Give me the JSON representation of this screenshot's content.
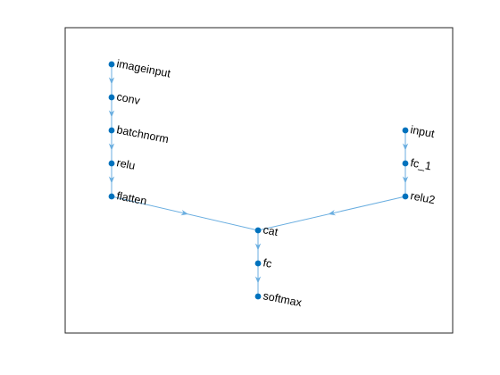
{
  "graph": {
    "nodes": [
      {
        "id": "imageinput",
        "label": "imageinput"
      },
      {
        "id": "conv",
        "label": "conv"
      },
      {
        "id": "batchnorm",
        "label": "batchnorm"
      },
      {
        "id": "relu",
        "label": "relu"
      },
      {
        "id": "flatten",
        "label": "flatten"
      },
      {
        "id": "input",
        "label": "input"
      },
      {
        "id": "fc_1",
        "label": "fc_1"
      },
      {
        "id": "relu2",
        "label": "relu2"
      },
      {
        "id": "cat",
        "label": "cat"
      },
      {
        "id": "fc",
        "label": "fc"
      },
      {
        "id": "softmax",
        "label": "softmax"
      }
    ],
    "edges": [
      {
        "from": "imageinput",
        "to": "conv"
      },
      {
        "from": "conv",
        "to": "batchnorm"
      },
      {
        "from": "batchnorm",
        "to": "relu"
      },
      {
        "from": "relu",
        "to": "flatten"
      },
      {
        "from": "flatten",
        "to": "cat"
      },
      {
        "from": "input",
        "to": "fc_1"
      },
      {
        "from": "fc_1",
        "to": "relu2"
      },
      {
        "from": "relu2",
        "to": "cat"
      },
      {
        "from": "cat",
        "to": "fc"
      },
      {
        "from": "fc",
        "to": "softmax"
      }
    ]
  },
  "colors": {
    "node": "#0072bd",
    "edge": "#6aaee0",
    "frame": "#262626"
  }
}
